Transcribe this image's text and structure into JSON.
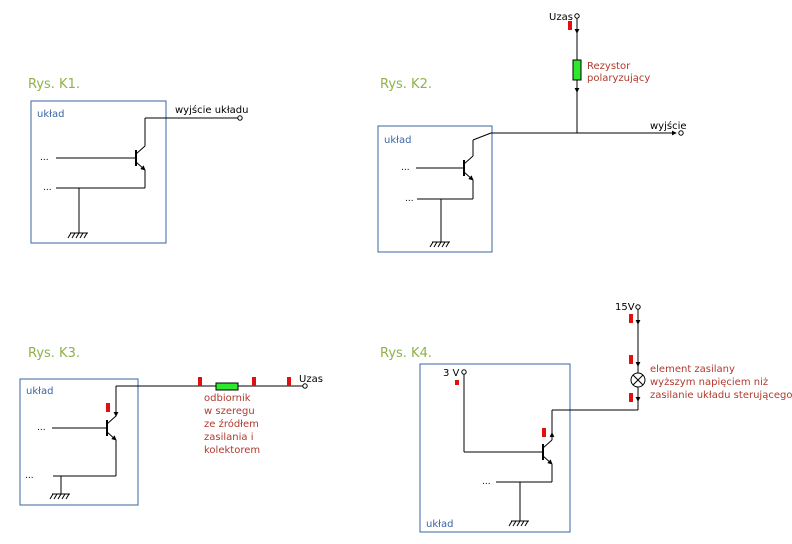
{
  "colors": {
    "title": "#8db24a",
    "box_border": "#3a66a3",
    "box_label": "#3a66a3",
    "wire": "#000000",
    "annotation": "#b03a2e",
    "marker_red": "#e01010",
    "resistor_green": "#2ee82e"
  },
  "fig_k1": {
    "title": "Rys. K1.",
    "box_label": "układ",
    "output_label": "wyjście układu",
    "input_dots_1": "...",
    "input_dots_2": "..."
  },
  "fig_k2": {
    "title": "Rys. K2.",
    "box_label": "układ",
    "supply_label": "Uzas",
    "resistor_label_line1": "Rezystor",
    "resistor_label_line2": "polaryzujący",
    "output_label": "wyjście",
    "input_dots_1": "...",
    "input_dots_2": "..."
  },
  "fig_k3": {
    "title": "Rys. K3.",
    "box_label": "układ",
    "supply_label": "Uzas",
    "load_label_line1": "odbiornik",
    "load_label_line2": "w szeregu",
    "load_label_line3": "ze źródłem",
    "load_label_line4": "zasilania i",
    "load_label_line5": "kolektorem",
    "input_dots_1": "...",
    "input_dots_2": "..."
  },
  "fig_k4": {
    "title": "Rys. K4.",
    "box_label": "układ",
    "supply_label_low": "3 V",
    "supply_label_high": "15V",
    "element_label_line1": "element zasilany",
    "element_label_line2": "wyższym napięciem niż",
    "element_label_line3": "zasilanie układu sterującego",
    "input_dots_1": "..."
  }
}
